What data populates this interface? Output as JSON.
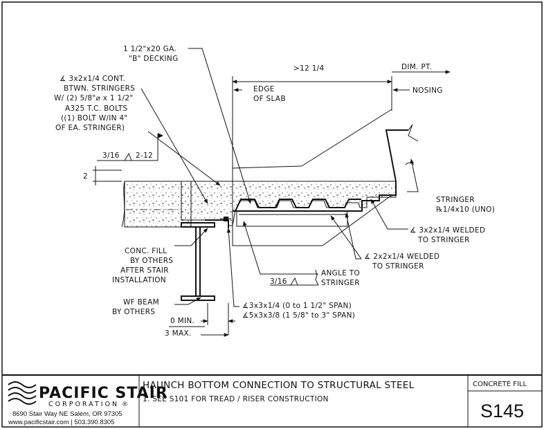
{
  "drawing": {
    "callouts": {
      "decking_line1": "1 1/2\"x20 GA.",
      "decking_line2": "\"B\" DECKING",
      "angle_cont_line1": "∡ 3x2x1/4 CONT.",
      "angle_cont_line2": "BTWN. STRINGERS",
      "angle_cont_line3": "W/ (2) 5/8\"⌀ x 1 1/2\"",
      "angle_cont_line4": "A325 T.C. BOLTS",
      "angle_cont_line5": "((1) BOLT W/IN 4\"",
      "angle_cont_line6": "OF EA. STRINGER)",
      "weld_top": "3/16",
      "weld_top_length": "2-12",
      "dim_vertical": "2",
      "dim_top": ">12 1/4",
      "dim_pt": "DIM. PT.",
      "edge_line1": "EDGE",
      "edge_line2": "OF SLAB",
      "nosing": "NOSING",
      "stringer_line1": "STRINGER",
      "stringer_line2": "℞1/4x10 (UNO)",
      "angle_welded_line1": "∡ 3x2x1/4 WELDED",
      "angle_welded_line2": "TO STRINGER",
      "angle2_welded_line1": "∡ 2x2x1/4 WELDED",
      "angle2_welded_line2": "TO STRINGER",
      "conc_line1": "CONC. FILL",
      "conc_line2": "BY OTHERS",
      "conc_line3": "AFTER STAIR",
      "conc_line4": "INSTALLATION",
      "weld_bottom": "3/16",
      "angle_to_line1": "ANGLE TO",
      "angle_to_line2": "STRINGER",
      "wf_line1": "WF BEAM",
      "wf_line2": "BY OTHERS",
      "span_line1": "∡3x3x1/4 (0 to 1 1/2\" SPAN)",
      "span_line2": "∡5x3x3/8 (1 5/8\" to 3\" SPAN)",
      "min": "0 MIN.",
      "max": "3 MAX."
    }
  },
  "title_block": {
    "company": "PACIFIC STAIR",
    "company_sub": "CORPORATION",
    "reg_mark": "®",
    "address": "8690 Stair Way NE Salem, OR 97305",
    "contact": "www.pacificstair.com  |  503.390.8305",
    "title": "HAUNCH BOTTOM CONNECTION TO STRUCTURAL STEEL",
    "note": "1.  SEE S101 FOR TREAD / RISER CONSTRUCTION",
    "category": "CONCRETE FILL",
    "sheet_number": "S145"
  }
}
